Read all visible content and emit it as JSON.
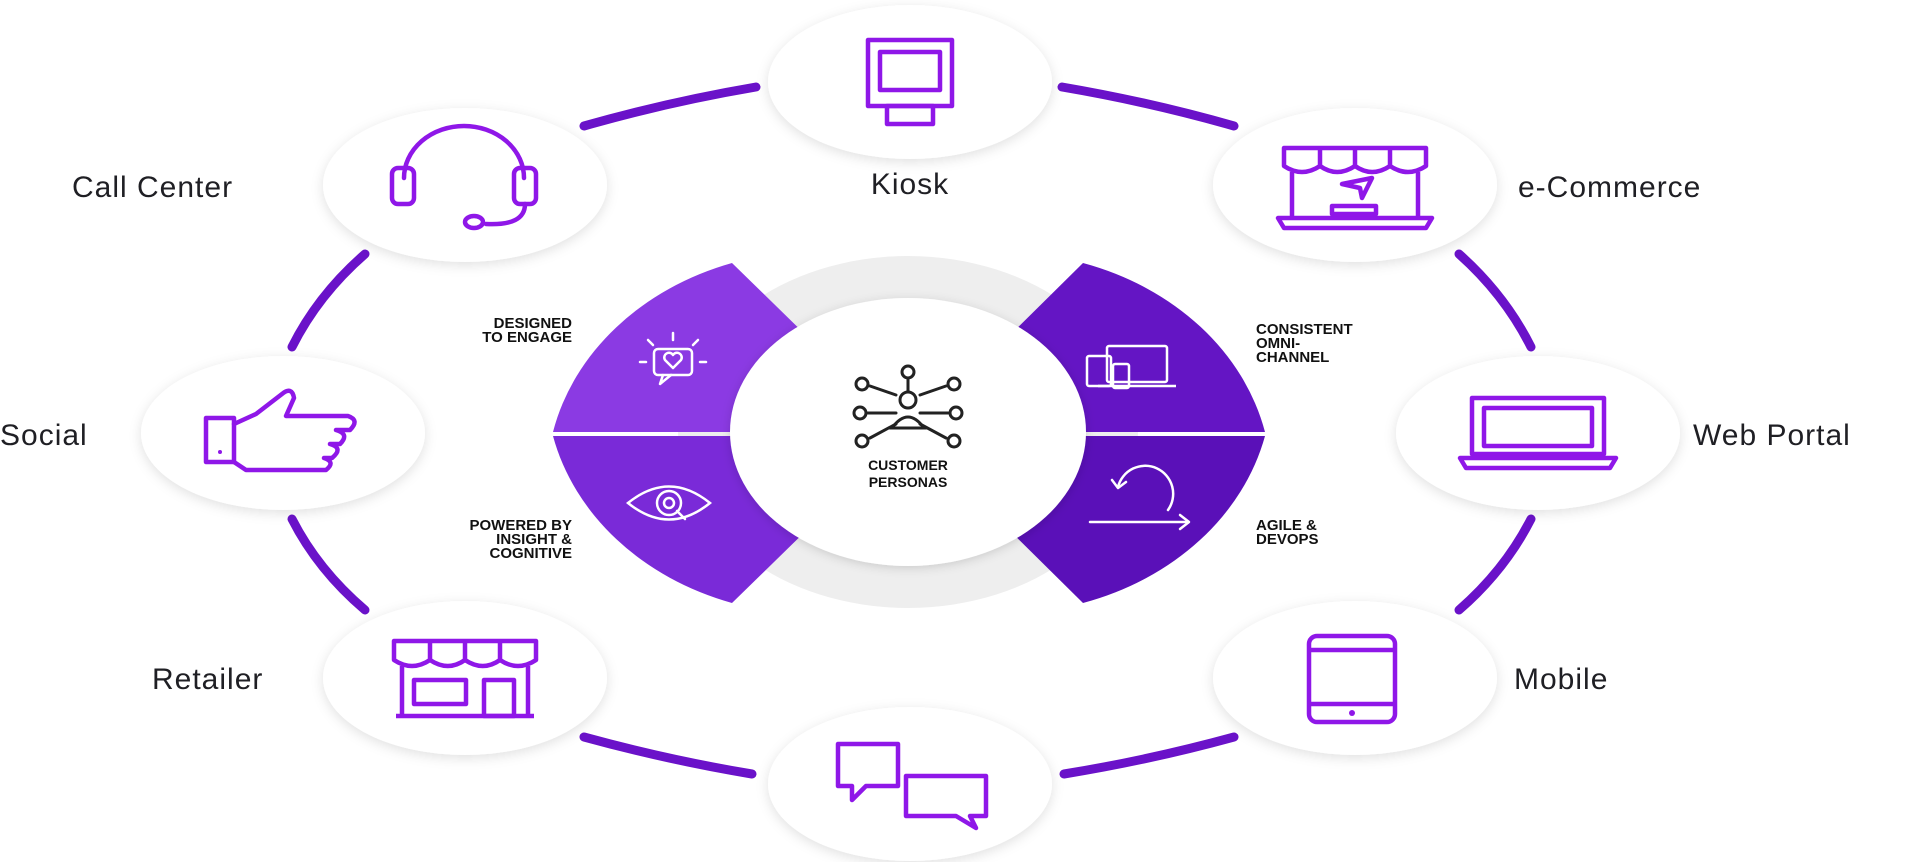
{
  "colors": {
    "accent": "#8f17e8",
    "ring": "#6a12c9",
    "quadrant_light": "#8b3ae3",
    "quadrant_dark": "#5a10b8",
    "node_fill": "#ffffff",
    "disc_bg": "#eeeeee"
  },
  "center": {
    "icon": "network-people-icon",
    "label_lines": [
      "CUSTOMER",
      "PERSONAS"
    ]
  },
  "pillars": [
    {
      "id": "engage",
      "icon": "heart-speech-bubble-icon",
      "label_lines": [
        "DESIGNED",
        "TO ENGAGE"
      ]
    },
    {
      "id": "omni",
      "icon": "multi-device-icon",
      "label_lines": [
        "CONSISTENT",
        "OMNI-",
        "CHANNEL"
      ]
    },
    {
      "id": "insight",
      "icon": "eye-magnifier-icon",
      "label_lines": [
        "POWERED BY",
        "INSIGHT &",
        "COGNITIVE"
      ]
    },
    {
      "id": "agile",
      "icon": "cycle-arrow-icon",
      "label_lines": [
        "AGILE &",
        "DEVOPS"
      ]
    }
  ],
  "channels": [
    {
      "id": "kiosk",
      "label": "Kiosk",
      "icon": "kiosk-icon"
    },
    {
      "id": "ecommerce",
      "label": "e-Commerce",
      "icon": "online-store-laptop-icon"
    },
    {
      "id": "web-portal",
      "label": "Web Portal",
      "icon": "laptop-icon"
    },
    {
      "id": "mobile",
      "label": "Mobile",
      "icon": "tablet-icon"
    },
    {
      "id": "chat",
      "label": "",
      "icon": "chat-bubbles-icon"
    },
    {
      "id": "retailer",
      "label": "Retailer",
      "icon": "storefront-icon"
    },
    {
      "id": "social",
      "label": "Social",
      "icon": "thumbs-up-icon"
    },
    {
      "id": "call-center",
      "label": "Call Center",
      "icon": "headset-icon"
    }
  ]
}
